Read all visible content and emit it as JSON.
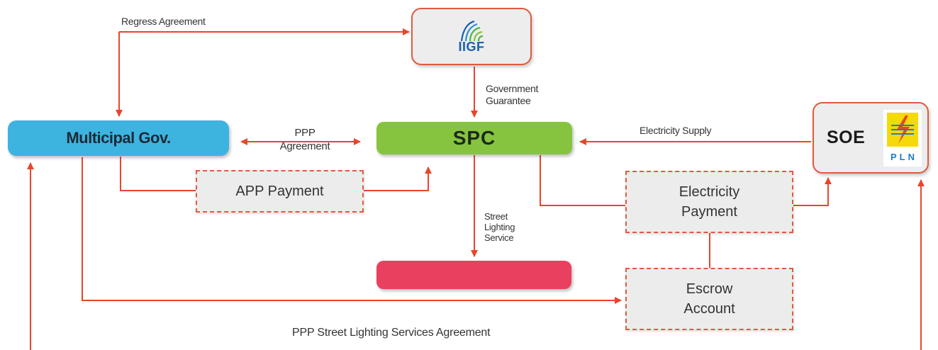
{
  "nodes": {
    "municipal": {
      "label": "Multicipal Gov."
    },
    "spc": {
      "label": "SPC"
    },
    "iigf": {
      "label": "IIGF"
    },
    "soe": {
      "label": "SOE",
      "logo_text": "PLN"
    },
    "app_payment": {
      "label": "APP Payment"
    },
    "electricity_payment": {
      "label": "Electricity\nPayment"
    },
    "escrow": {
      "label": "Escrow\nAccount"
    },
    "street_entity": {
      "label": ""
    }
  },
  "edges": {
    "regress": {
      "label": "Regress Agreement"
    },
    "guarantee": {
      "label": "Government\nGuarantee"
    },
    "ppp": {
      "label": "PPP\nAgreement"
    },
    "electricity_supply": {
      "label": "Electricity Supply"
    },
    "street_lighting": {
      "label": "Street\nLighting\nService"
    },
    "overall": {
      "label": "PPP Street Lighting Services Agreement"
    }
  },
  "colors": {
    "arrow": "#e8452c",
    "municipal": "#3db3e0",
    "spc": "#86c440",
    "street_entity": "#e8405e",
    "box_border": "#e05a3d",
    "box_fill": "#ececec",
    "iigf_text": "#1a5fb4",
    "pln_yellow": "#f5d90a",
    "pln_red": "#e8452c",
    "pln_blue": "#1a7fc4"
  },
  "icons": {
    "iigf_logo": "iigf-logo-icon",
    "pln_logo": "pln-lightning-icon"
  }
}
